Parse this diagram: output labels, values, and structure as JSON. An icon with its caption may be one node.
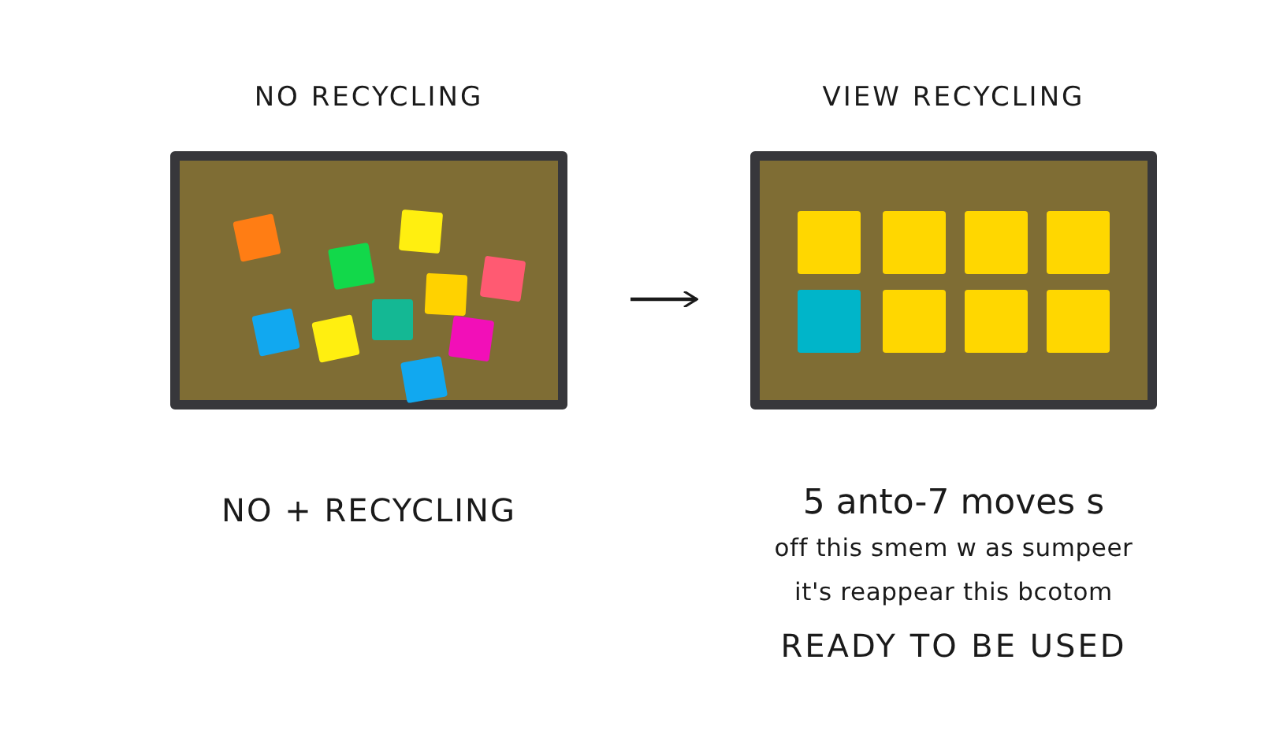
{
  "diagram": {
    "nodes": [
      {
        "text": [
          "NO RECYCLING"
        ],
        "beside": [
          "NO + RECYCLING"
        ]
      },
      {
        "text": [
          "VIEW RECYCLING"
        ],
        "beside": [
          "5 anto-7 moves s",
          "off this smem w as sumpeer it's reappear this bcotom",
          "READY TO BE USED"
        ]
      }
    ],
    "edges": [
      {
        "from": 0,
        "to": 1,
        "arrow": "to"
      }
    ]
  }
}
